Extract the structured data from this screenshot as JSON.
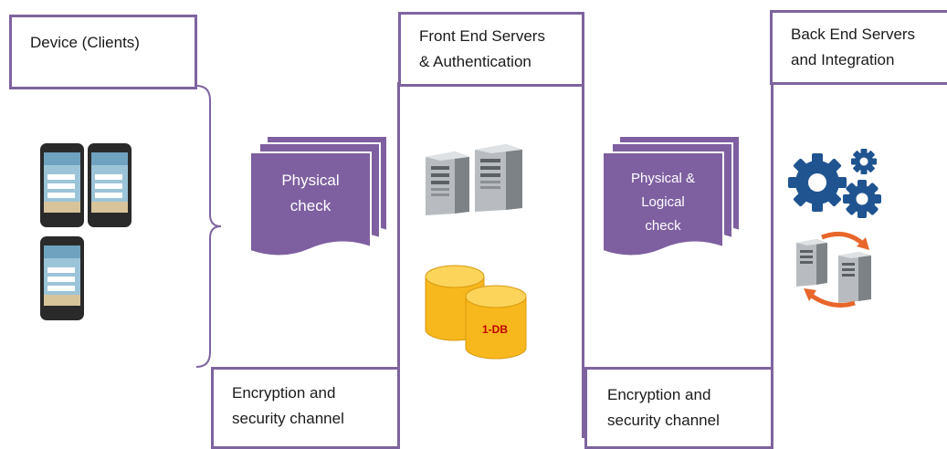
{
  "columns": {
    "device": {
      "label": "Device (Clients)"
    },
    "front_end": {
      "line1": "Front End Servers",
      "line2": "& Authentication"
    },
    "back_end": {
      "line1": "Back End Servers",
      "line2": "and Integration"
    }
  },
  "checks": {
    "physical": {
      "line1": "Physical",
      "line2": "check"
    },
    "physical_logical": {
      "line1": "Physical &",
      "line2": "Logical",
      "line3": "check"
    }
  },
  "channels": {
    "left": {
      "line1": "Encryption and",
      "line2": "security channel"
    },
    "right": {
      "line1": "Encryption and",
      "line2": "security channel"
    }
  },
  "database": {
    "label": "1-DB"
  },
  "colors": {
    "accent": "#7e649e",
    "doc_fill": "#7e5fa0",
    "db_fill": "#f6b81c",
    "gear": "#1f5490",
    "sync_arrow": "#e8662a"
  },
  "icons": [
    "smartphone-icon",
    "server-icon",
    "database-icon",
    "gears-icon",
    "server-sync-icon"
  ]
}
